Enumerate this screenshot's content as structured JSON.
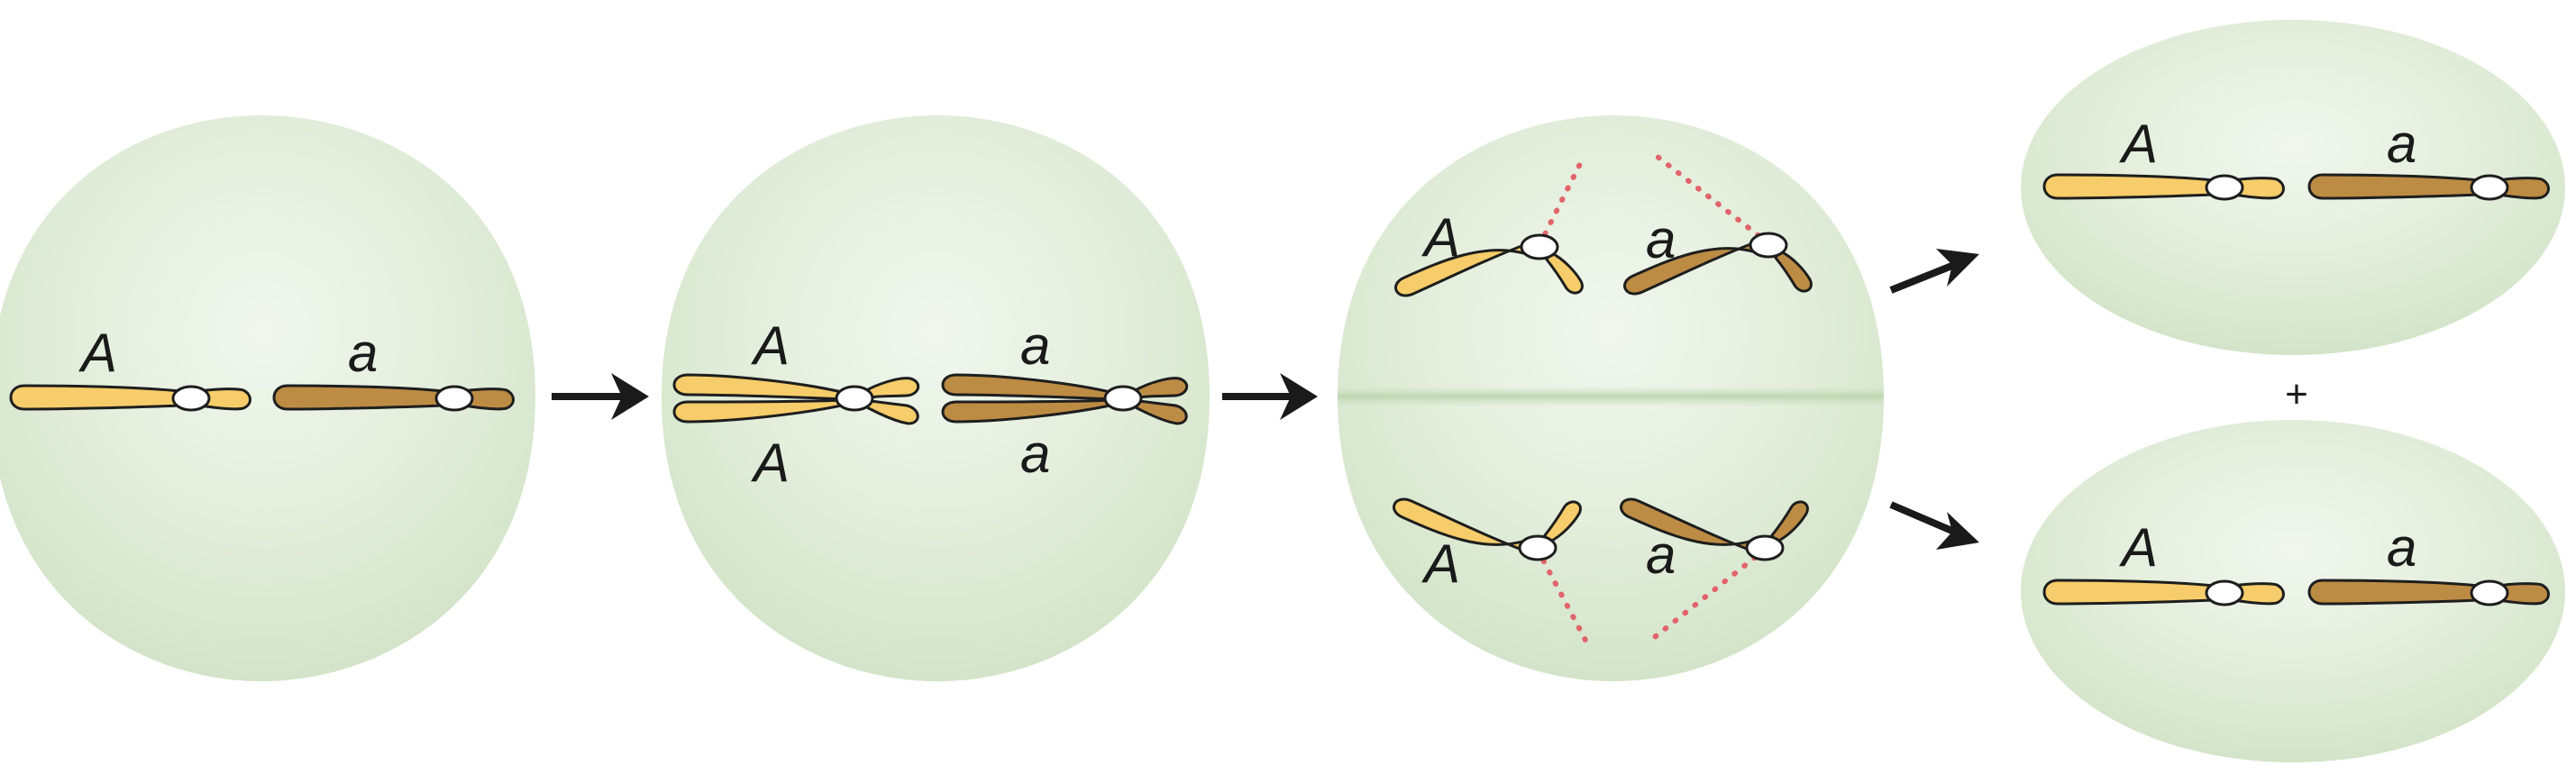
{
  "diagram": {
    "colors": {
      "cell_fill": "#dbe9d2",
      "cell_highlight": "#f1f7ee",
      "allele_A": "#f6cd6a",
      "allele_a": "#bd8c44",
      "centromere": "#ffffff",
      "spindle": "#e2646a",
      "arrow": "#1a1a1a"
    },
    "stage1": {
      "label_A": "A",
      "label_a": "a"
    },
    "stage2": {
      "label_A_top": "A",
      "label_A_bottom": "A",
      "label_a_top": "a",
      "label_a_bottom": "a"
    },
    "stage3": {
      "label_A_top": "A",
      "label_a_top": "a",
      "label_A_bottom": "A",
      "label_a_bottom": "a"
    },
    "daughter_top": {
      "label_A": "A",
      "label_a": "a"
    },
    "daughter_bottom": {
      "label_A": "A",
      "label_a": "a"
    },
    "plus_sign": "+"
  }
}
